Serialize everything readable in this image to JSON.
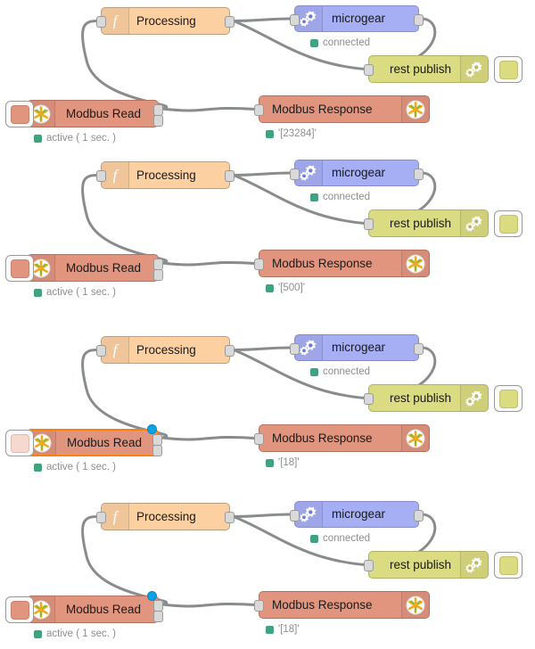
{
  "app": {
    "name": "node-red-flow-canvas",
    "background": "#ffffff",
    "wire_color": "#888c8c"
  },
  "palette": {
    "function_node": "#fdd0a2",
    "microgear_node": "#a7aff4",
    "rest_publish_node": "#dbdb81",
    "modbus_node": "#e2957e",
    "status_dot_green": "#3fa47e",
    "selection_orange": "#ff7f0e",
    "change_marker_blue": "#0aa3e8",
    "status_text": "#8e8e8e"
  },
  "flows": [
    {
      "id": "flow-1",
      "function_node": {
        "label": "Processing",
        "icon": "function-f-icon"
      },
      "microgear_node": {
        "label": "microgear",
        "icon": "microgear-gear-icon",
        "status": "connected"
      },
      "rest_publish_node": {
        "label": "rest publish",
        "icon": "microgear-gear-icon"
      },
      "modbus_read_node": {
        "label": "Modbus Read",
        "icon": "modbus-asterisk-icon",
        "status": "active ( 1 sec. )",
        "selected": false,
        "changed": false
      },
      "modbus_response_node": {
        "label": "Modbus Response",
        "icon": "modbus-asterisk-icon",
        "status": "'[23284]'"
      }
    },
    {
      "id": "flow-2",
      "function_node": {
        "label": "Processing",
        "icon": "function-f-icon"
      },
      "microgear_node": {
        "label": "microgear",
        "icon": "microgear-gear-icon",
        "status": "connected"
      },
      "rest_publish_node": {
        "label": "rest publish",
        "icon": "microgear-gear-icon"
      },
      "modbus_read_node": {
        "label": "Modbus Read",
        "icon": "modbus-asterisk-icon",
        "status": "active ( 1 sec. )",
        "selected": false,
        "changed": false
      },
      "modbus_response_node": {
        "label": "Modbus Response",
        "icon": "modbus-asterisk-icon",
        "status": "'[500]'"
      }
    },
    {
      "id": "flow-3",
      "function_node": {
        "label": "Processing",
        "icon": "function-f-icon"
      },
      "microgear_node": {
        "label": "microgear",
        "icon": "microgear-gear-icon",
        "status": "connected"
      },
      "rest_publish_node": {
        "label": "rest publish",
        "icon": "microgear-gear-icon"
      },
      "modbus_read_node": {
        "label": "Modbus Read",
        "icon": "modbus-asterisk-icon",
        "status": "active ( 1 sec. )",
        "selected": true,
        "changed": true
      },
      "modbus_response_node": {
        "label": "Modbus Response",
        "icon": "modbus-asterisk-icon",
        "status": "'[18]'"
      }
    },
    {
      "id": "flow-4",
      "function_node": {
        "label": "Processing",
        "icon": "function-f-icon"
      },
      "microgear_node": {
        "label": "microgear",
        "icon": "microgear-gear-icon",
        "status": "connected"
      },
      "rest_publish_node": {
        "label": "rest publish",
        "icon": "microgear-gear-icon"
      },
      "modbus_read_node": {
        "label": "Modbus Read",
        "icon": "modbus-asterisk-icon",
        "status": "active ( 1 sec. )",
        "selected": false,
        "changed": true
      },
      "modbus_response_node": {
        "label": "Modbus Response",
        "icon": "modbus-asterisk-icon",
        "status": "'[18]'"
      }
    }
  ]
}
